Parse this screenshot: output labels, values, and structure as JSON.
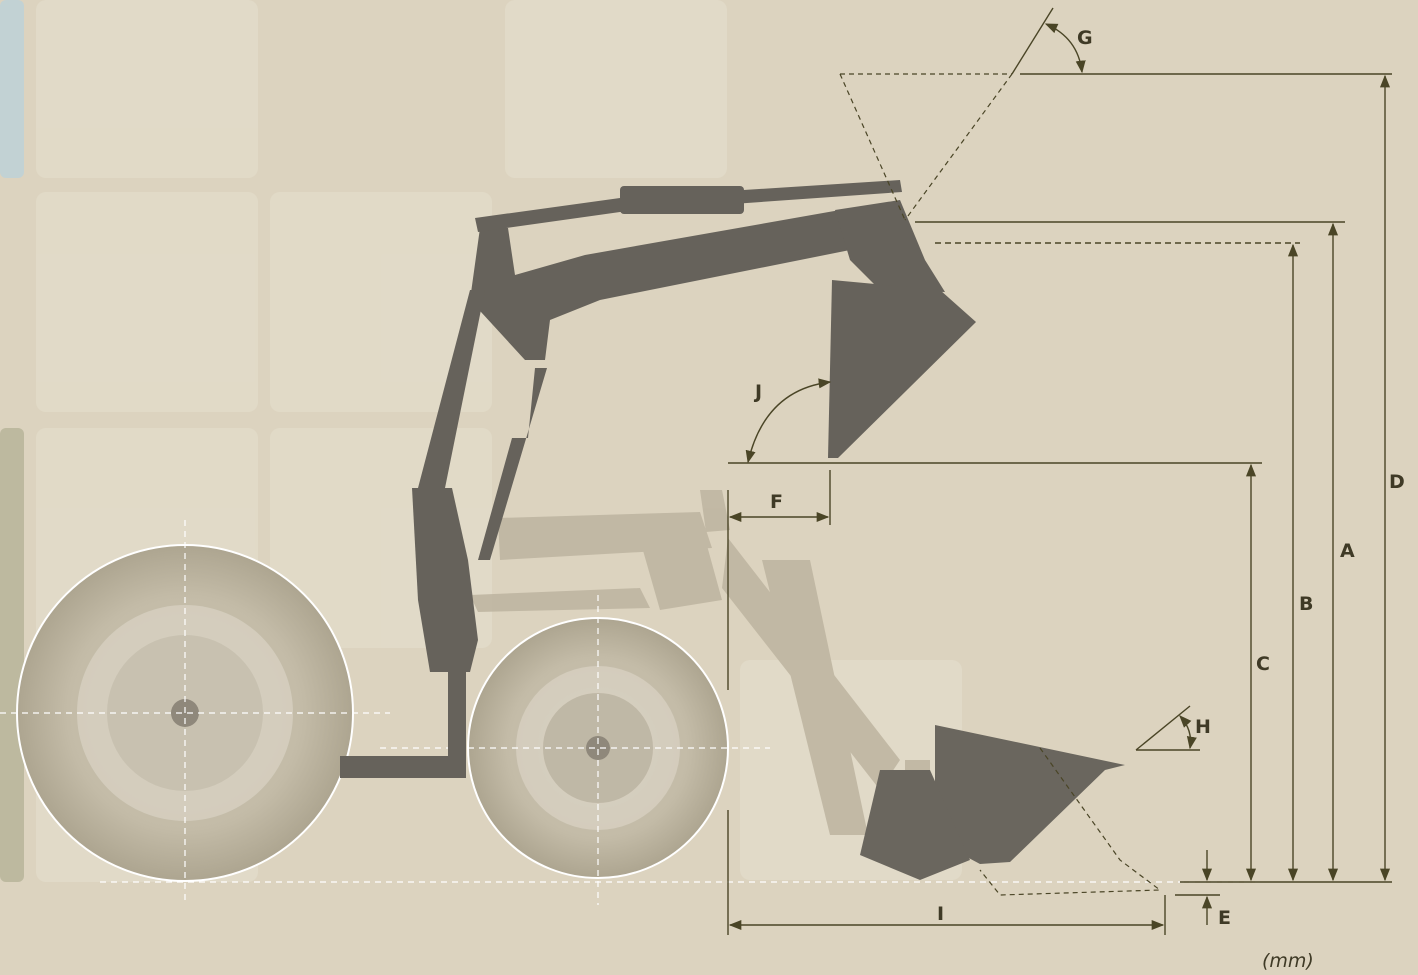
{
  "colors": {
    "background": "#dcd3bf",
    "loader": "#66625b",
    "loader_ghost": "#b9b09c",
    "dimension_line": "#4a4526",
    "wheel_outline": "#ffffff",
    "tile": "#e4ddcc"
  },
  "dimension_labels": {
    "A": "A",
    "B": "B",
    "C": "C",
    "D": "D",
    "E": "E",
    "F": "F",
    "G": "G",
    "H": "H",
    "I": "I",
    "J": "J"
  },
  "unit_note": "(mm)"
}
